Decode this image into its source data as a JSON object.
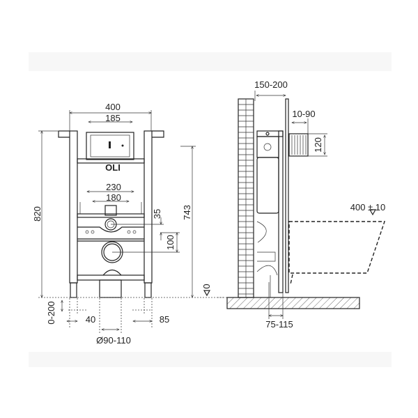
{
  "colors": {
    "line": "#222222",
    "band": "#f7f7f7",
    "background": "#ffffff"
  },
  "front_view": {
    "logo": "OLI",
    "dimensions": {
      "frame_width": "400",
      "flush_plate_width": "185",
      "height_total": "820",
      "height_to_top": "743",
      "stud_spacing_outer": "230",
      "stud_spacing_inner": "180",
      "outlet_offset": "35",
      "outlet_to_drain": "100",
      "leg_extension": "0-200",
      "leg_left": "40",
      "leg_right": "85",
      "drain_diameter": "Ø90-110"
    },
    "floor_level_symbol": "0"
  },
  "side_view": {
    "dimensions": {
      "wall_gap": "150-200",
      "inlet_depth": "10-90",
      "inlet_height": "120",
      "bowl_height": "400 ± 10",
      "drain_offset": "75-115"
    }
  }
}
